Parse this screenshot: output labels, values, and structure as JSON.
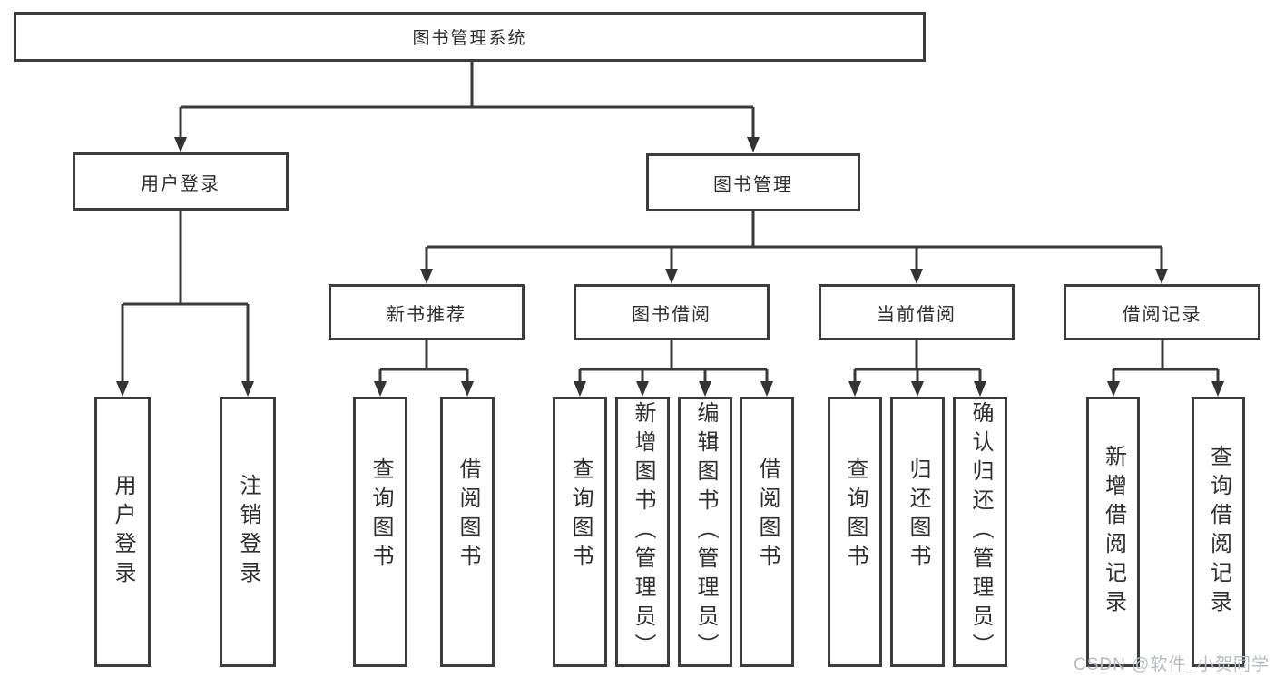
{
  "tree": {
    "label": "图书管理系统",
    "children": [
      {
        "label": "用户登录",
        "children": [
          {
            "label": "用户登录"
          },
          {
            "label": "注销登录"
          }
        ]
      },
      {
        "label": "图书管理",
        "children": [
          {
            "label": "新书推荐",
            "children": [
              {
                "label": "查询图书"
              },
              {
                "label": "借阅图书"
              }
            ]
          },
          {
            "label": "图书借阅",
            "children": [
              {
                "label": "查询图书"
              },
              {
                "label": "新增图书（管理员）"
              },
              {
                "label": "编辑图书（管理员）"
              },
              {
                "label": "借阅图书"
              }
            ]
          },
          {
            "label": "当前借阅",
            "children": [
              {
                "label": "查询图书"
              },
              {
                "label": "归还图书"
              },
              {
                "label": "确认归还（管理员）"
              }
            ]
          },
          {
            "label": "借阅记录",
            "children": [
              {
                "label": "新增借阅记录"
              },
              {
                "label": "查询借阅记录"
              }
            ]
          }
        ]
      }
    ]
  },
  "watermark": {
    "text": "CSDN @软件_小贺同学"
  },
  "colors": {
    "line": "#3a3a3a",
    "box_border": "#3c3c3c",
    "text": "#2f2f2f",
    "watermark": "#b7bbc2",
    "background": "#ffffff"
  }
}
